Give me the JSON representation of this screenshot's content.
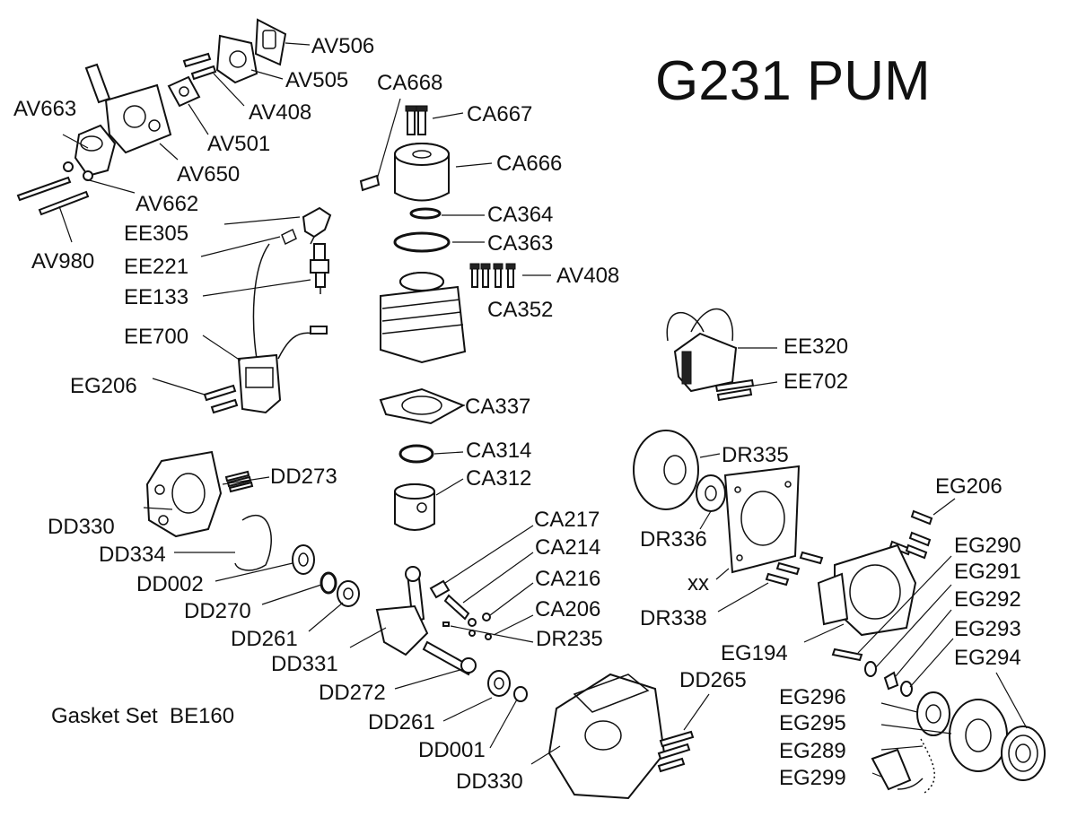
{
  "title": "G231 PUM",
  "note": "Gasket Set  BE160",
  "labels": {
    "AV506": "AV506",
    "AV505": "AV505",
    "AV408_top": "AV408",
    "AV501": "AV501",
    "AV650": "AV650",
    "AV662": "AV662",
    "AV663": "AV663",
    "AV980": "AV980",
    "CA668": "CA668",
    "CA667": "CA667",
    "CA666": "CA666",
    "CA364": "CA364",
    "CA363": "CA363",
    "AV408_mid": "AV408",
    "CA352": "CA352",
    "EE305": "EE305",
    "EE221": "EE221",
    "EE133": "EE133",
    "EE700": "EE700",
    "EG206_left": "EG206",
    "EE320": "EE320",
    "EE702": "EE702",
    "CA337": "CA337",
    "CA314": "CA314",
    "CA312": "CA312",
    "DR335": "DR335",
    "EG206_right": "EG206",
    "DD273": "DD273",
    "DD330_left": "DD330",
    "DD334": "DD334",
    "DD002": "DD002",
    "DD270": "DD270",
    "DD261_a": "DD261",
    "DD331": "DD331",
    "DD272": "DD272",
    "DD261_b": "DD261",
    "DD001": "DD001",
    "DD330_bottom": "DD330",
    "CA217": "CA217",
    "CA214": "CA214",
    "CA216": "CA216",
    "CA206": "CA206",
    "DR235": "DR235",
    "DR336": "DR336",
    "xx": "xx",
    "DR338": "DR338",
    "EG290": "EG290",
    "EG291": "EG291",
    "EG292": "EG292",
    "EG293": "EG293",
    "EG294": "EG294",
    "EG194": "EG194",
    "DD265": "DD265",
    "EG296": "EG296",
    "EG295": "EG295",
    "EG289": "EG289",
    "EG299": "EG299"
  }
}
